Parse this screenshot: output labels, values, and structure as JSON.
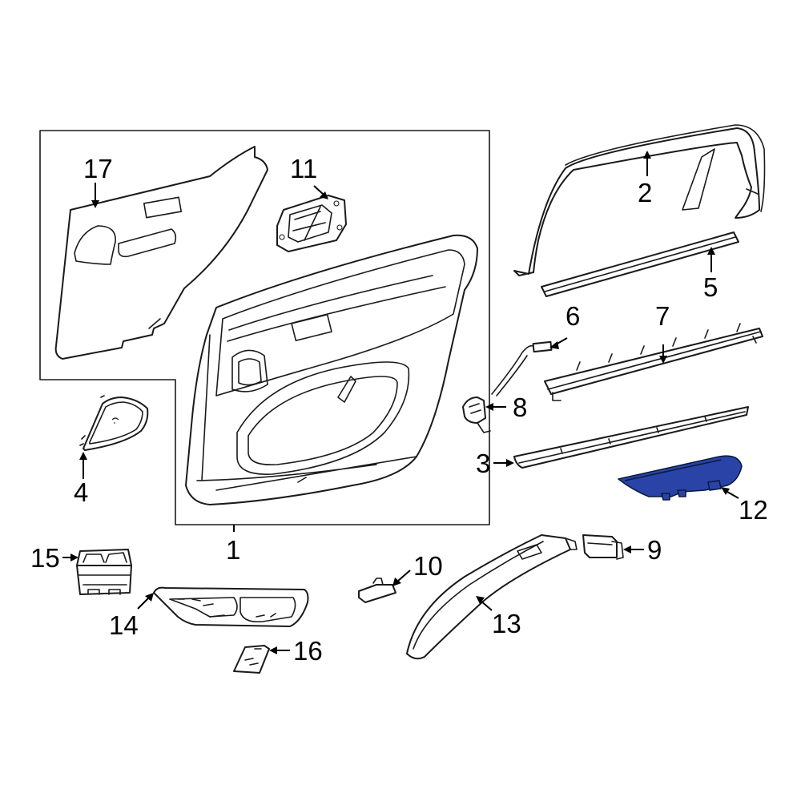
{
  "highlight_color": "#2a43a7",
  "callouts": [
    {
      "id": "1",
      "label": "1"
    },
    {
      "id": "2",
      "label": "2"
    },
    {
      "id": "3",
      "label": "3"
    },
    {
      "id": "4",
      "label": "4"
    },
    {
      "id": "5",
      "label": "5"
    },
    {
      "id": "6",
      "label": "6"
    },
    {
      "id": "7",
      "label": "7"
    },
    {
      "id": "8",
      "label": "8"
    },
    {
      "id": "9",
      "label": "9"
    },
    {
      "id": "10",
      "label": "10"
    },
    {
      "id": "11",
      "label": "11"
    },
    {
      "id": "12",
      "label": "12"
    },
    {
      "id": "13",
      "label": "13"
    },
    {
      "id": "14",
      "label": "14"
    },
    {
      "id": "15",
      "label": "15"
    },
    {
      "id": "16",
      "label": "16"
    },
    {
      "id": "17",
      "label": "17"
    }
  ]
}
